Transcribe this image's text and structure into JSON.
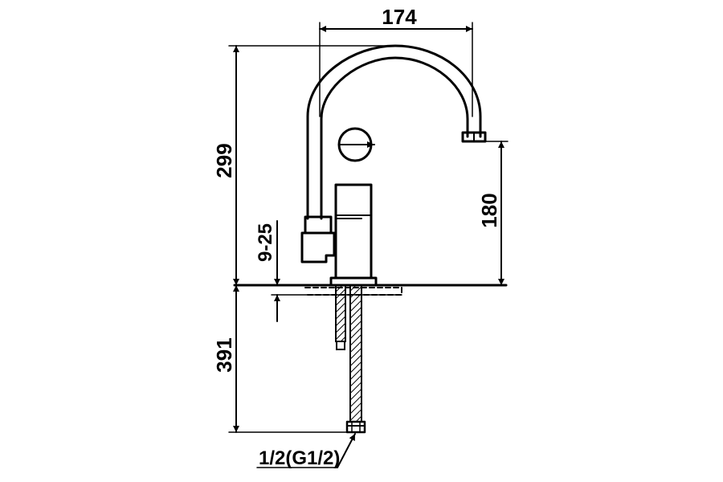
{
  "dimensions": {
    "spout_reach": "174",
    "total_height": "299",
    "spout_height": "180",
    "countertop_thickness": "9-25",
    "hose_length": "391"
  },
  "connection": {
    "thread_prefix": "1/2",
    "thread_spec": "(G1/2)"
  },
  "colors": {
    "line": "#000000",
    "background": "#ffffff"
  }
}
